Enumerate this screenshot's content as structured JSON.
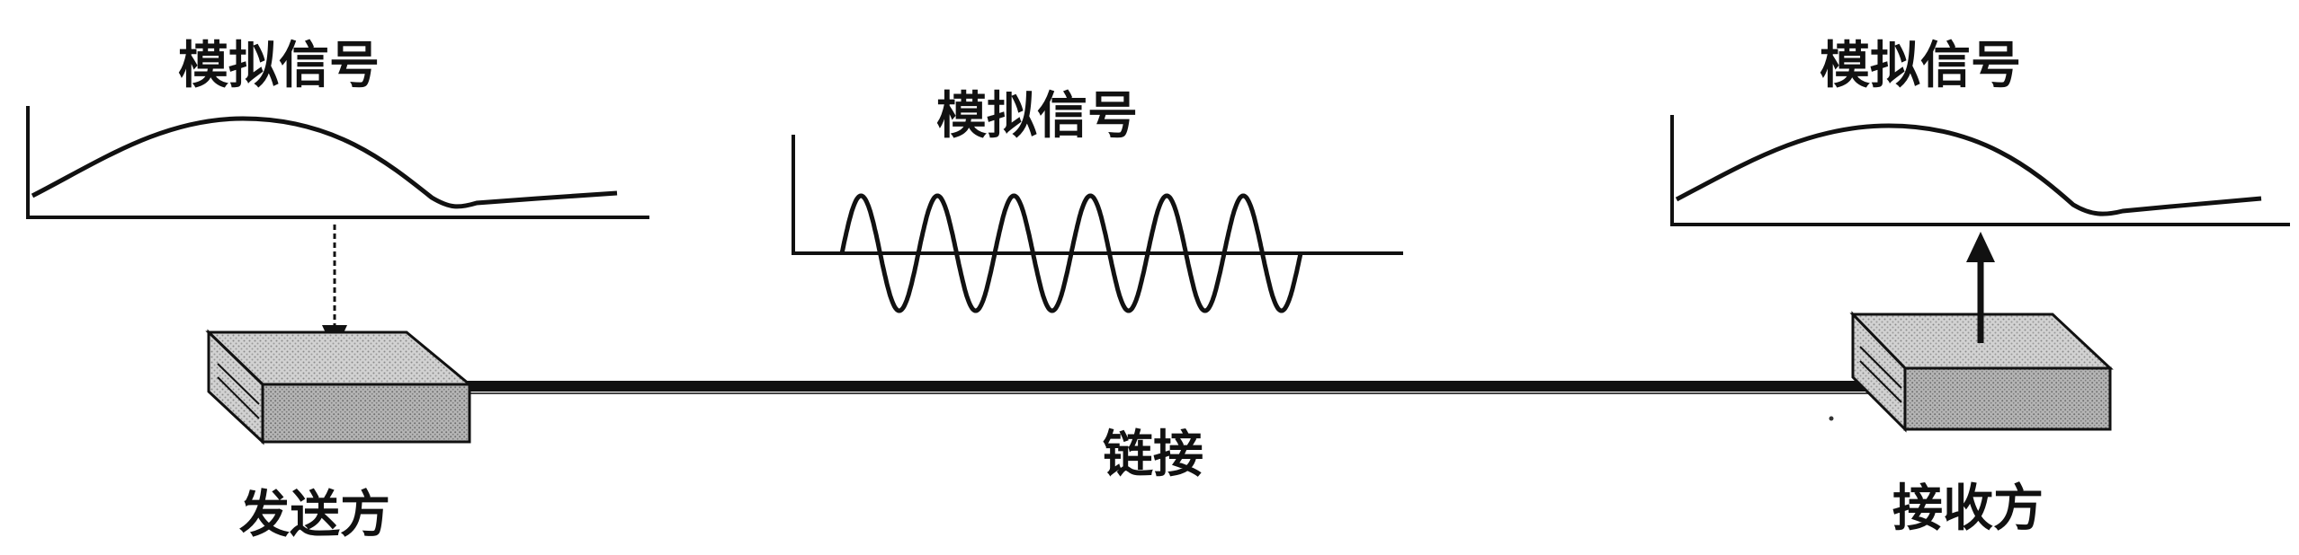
{
  "colors": {
    "ink": "#111111",
    "device_fill": "#cfcfcf",
    "device_shade": "#9c9c9c",
    "background": "#ffffff"
  },
  "sender_panel": {
    "title": "模拟信号"
  },
  "link_panel": {
    "title": "模拟信号"
  },
  "receiver_panel": {
    "title": "模拟信号"
  },
  "sender": {
    "label": "发送方"
  },
  "receiver": {
    "label": "接收方"
  },
  "link": {
    "label": "链接"
  }
}
